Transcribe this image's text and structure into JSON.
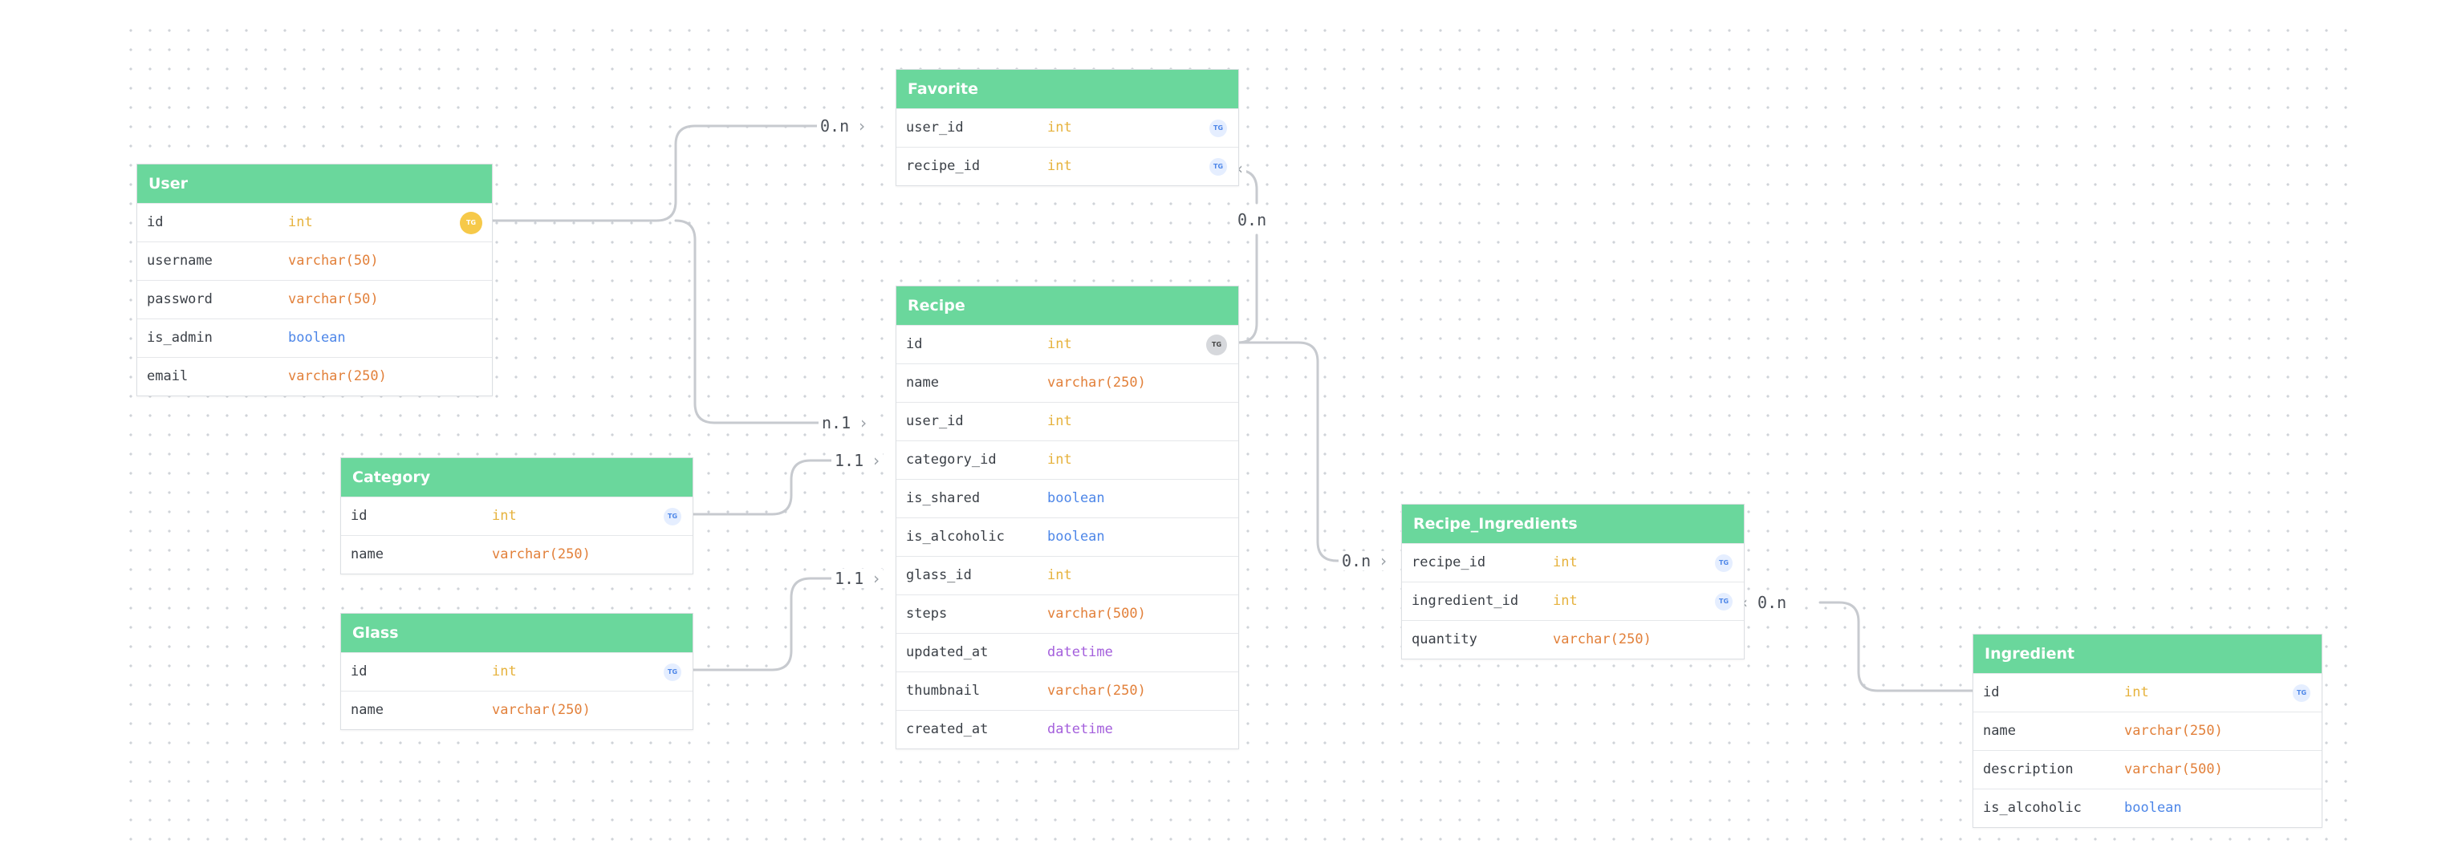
{
  "tables": {
    "user": {
      "name": "User",
      "fields": [
        {
          "name": "id",
          "type": "int",
          "badge": "TG"
        },
        {
          "name": "username",
          "type": "varchar(50)"
        },
        {
          "name": "password",
          "type": "varchar(50)"
        },
        {
          "name": "is_admin",
          "type": "boolean"
        },
        {
          "name": "email",
          "type": "varchar(250)"
        }
      ]
    },
    "favorite": {
      "name": "Favorite",
      "fields": [
        {
          "name": "user_id",
          "type": "int",
          "badge": "TG"
        },
        {
          "name": "recipe_id",
          "type": "int",
          "badge": "TG"
        }
      ]
    },
    "recipe": {
      "name": "Recipe",
      "fields": [
        {
          "name": "id",
          "type": "int",
          "badge": "TG"
        },
        {
          "name": "name",
          "type": "varchar(250)"
        },
        {
          "name": "user_id",
          "type": "int"
        },
        {
          "name": "category_id",
          "type": "int"
        },
        {
          "name": "is_shared",
          "type": "boolean"
        },
        {
          "name": "is_alcoholic",
          "type": "boolean"
        },
        {
          "name": "glass_id",
          "type": "int"
        },
        {
          "name": "steps",
          "type": "varchar(500)"
        },
        {
          "name": "updated_at",
          "type": "datetime"
        },
        {
          "name": "thumbnail",
          "type": "varchar(250)"
        },
        {
          "name": "created_at",
          "type": "datetime"
        }
      ]
    },
    "category": {
      "name": "Category",
      "fields": [
        {
          "name": "id",
          "type": "int",
          "badge": "TG"
        },
        {
          "name": "name",
          "type": "varchar(250)"
        }
      ]
    },
    "glass": {
      "name": "Glass",
      "fields": [
        {
          "name": "id",
          "type": "int",
          "badge": "TG"
        },
        {
          "name": "name",
          "type": "varchar(250)"
        }
      ]
    },
    "recipe_ingredients": {
      "name": "Recipe_Ingredients",
      "fields": [
        {
          "name": "recipe_id",
          "type": "int",
          "badge": "TG"
        },
        {
          "name": "ingredient_id",
          "type": "int",
          "badge": "TG"
        },
        {
          "name": "quantity",
          "type": "varchar(250)"
        }
      ]
    },
    "ingredient": {
      "name": "Ingredient",
      "fields": [
        {
          "name": "id",
          "type": "int",
          "badge": "TG"
        },
        {
          "name": "name",
          "type": "varchar(250)"
        },
        {
          "name": "description",
          "type": "varchar(500)"
        },
        {
          "name": "is_alcoholic",
          "type": "boolean"
        }
      ]
    }
  },
  "relations": {
    "user_favorite": "0.n",
    "recipe_favorite": "0.n",
    "user_recipe": "n.1",
    "category_recipe": "1.1",
    "glass_recipe": "1.1",
    "recipe_recipe_ingredients": "0.n",
    "ingredient_recipe_ingredients": "0.n"
  },
  "colors": {
    "header": "#6ad79c",
    "int": "#e6b23c",
    "varchar": "#e2803a",
    "boolean": "#4d86e8",
    "datetime": "#a45fdc",
    "connector": "#c7cacf"
  }
}
